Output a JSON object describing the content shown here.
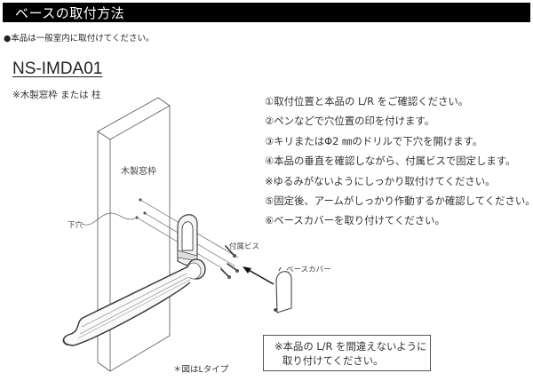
{
  "header": {
    "title": "ベースの取付方法"
  },
  "notice": "●本品は一般室内に取付けてください。",
  "model": "NS-IMDA01",
  "frame_type": "※木製窓枠 または 柱",
  "steps": [
    "①取付位置と本品の L/R をご確認ください。",
    "②ペンなどで穴位置の印を付けます。",
    "③キリまたはΦ2 ㎜のドリルで下穴を開けます。",
    "④本品の垂直を確認しながら、付属ビスで固定します。",
    "※ゆるみがないようにしっかり取付けてください。",
    "⑤固定後、アームがしっかり作動するか確認してください。",
    "⑥ベースカバーを取り付けてください。"
  ],
  "diagram": {
    "frame_label": "木製窓枠",
    "pilot_hole_label": "下穴",
    "screws_label": "付属ビス",
    "base_cover_label": "ベースカバー",
    "caption": "＊図はLタイプ"
  },
  "warning": {
    "line1": "※本品の L/R を間違えないように",
    "line2": "取り付けてください。"
  }
}
